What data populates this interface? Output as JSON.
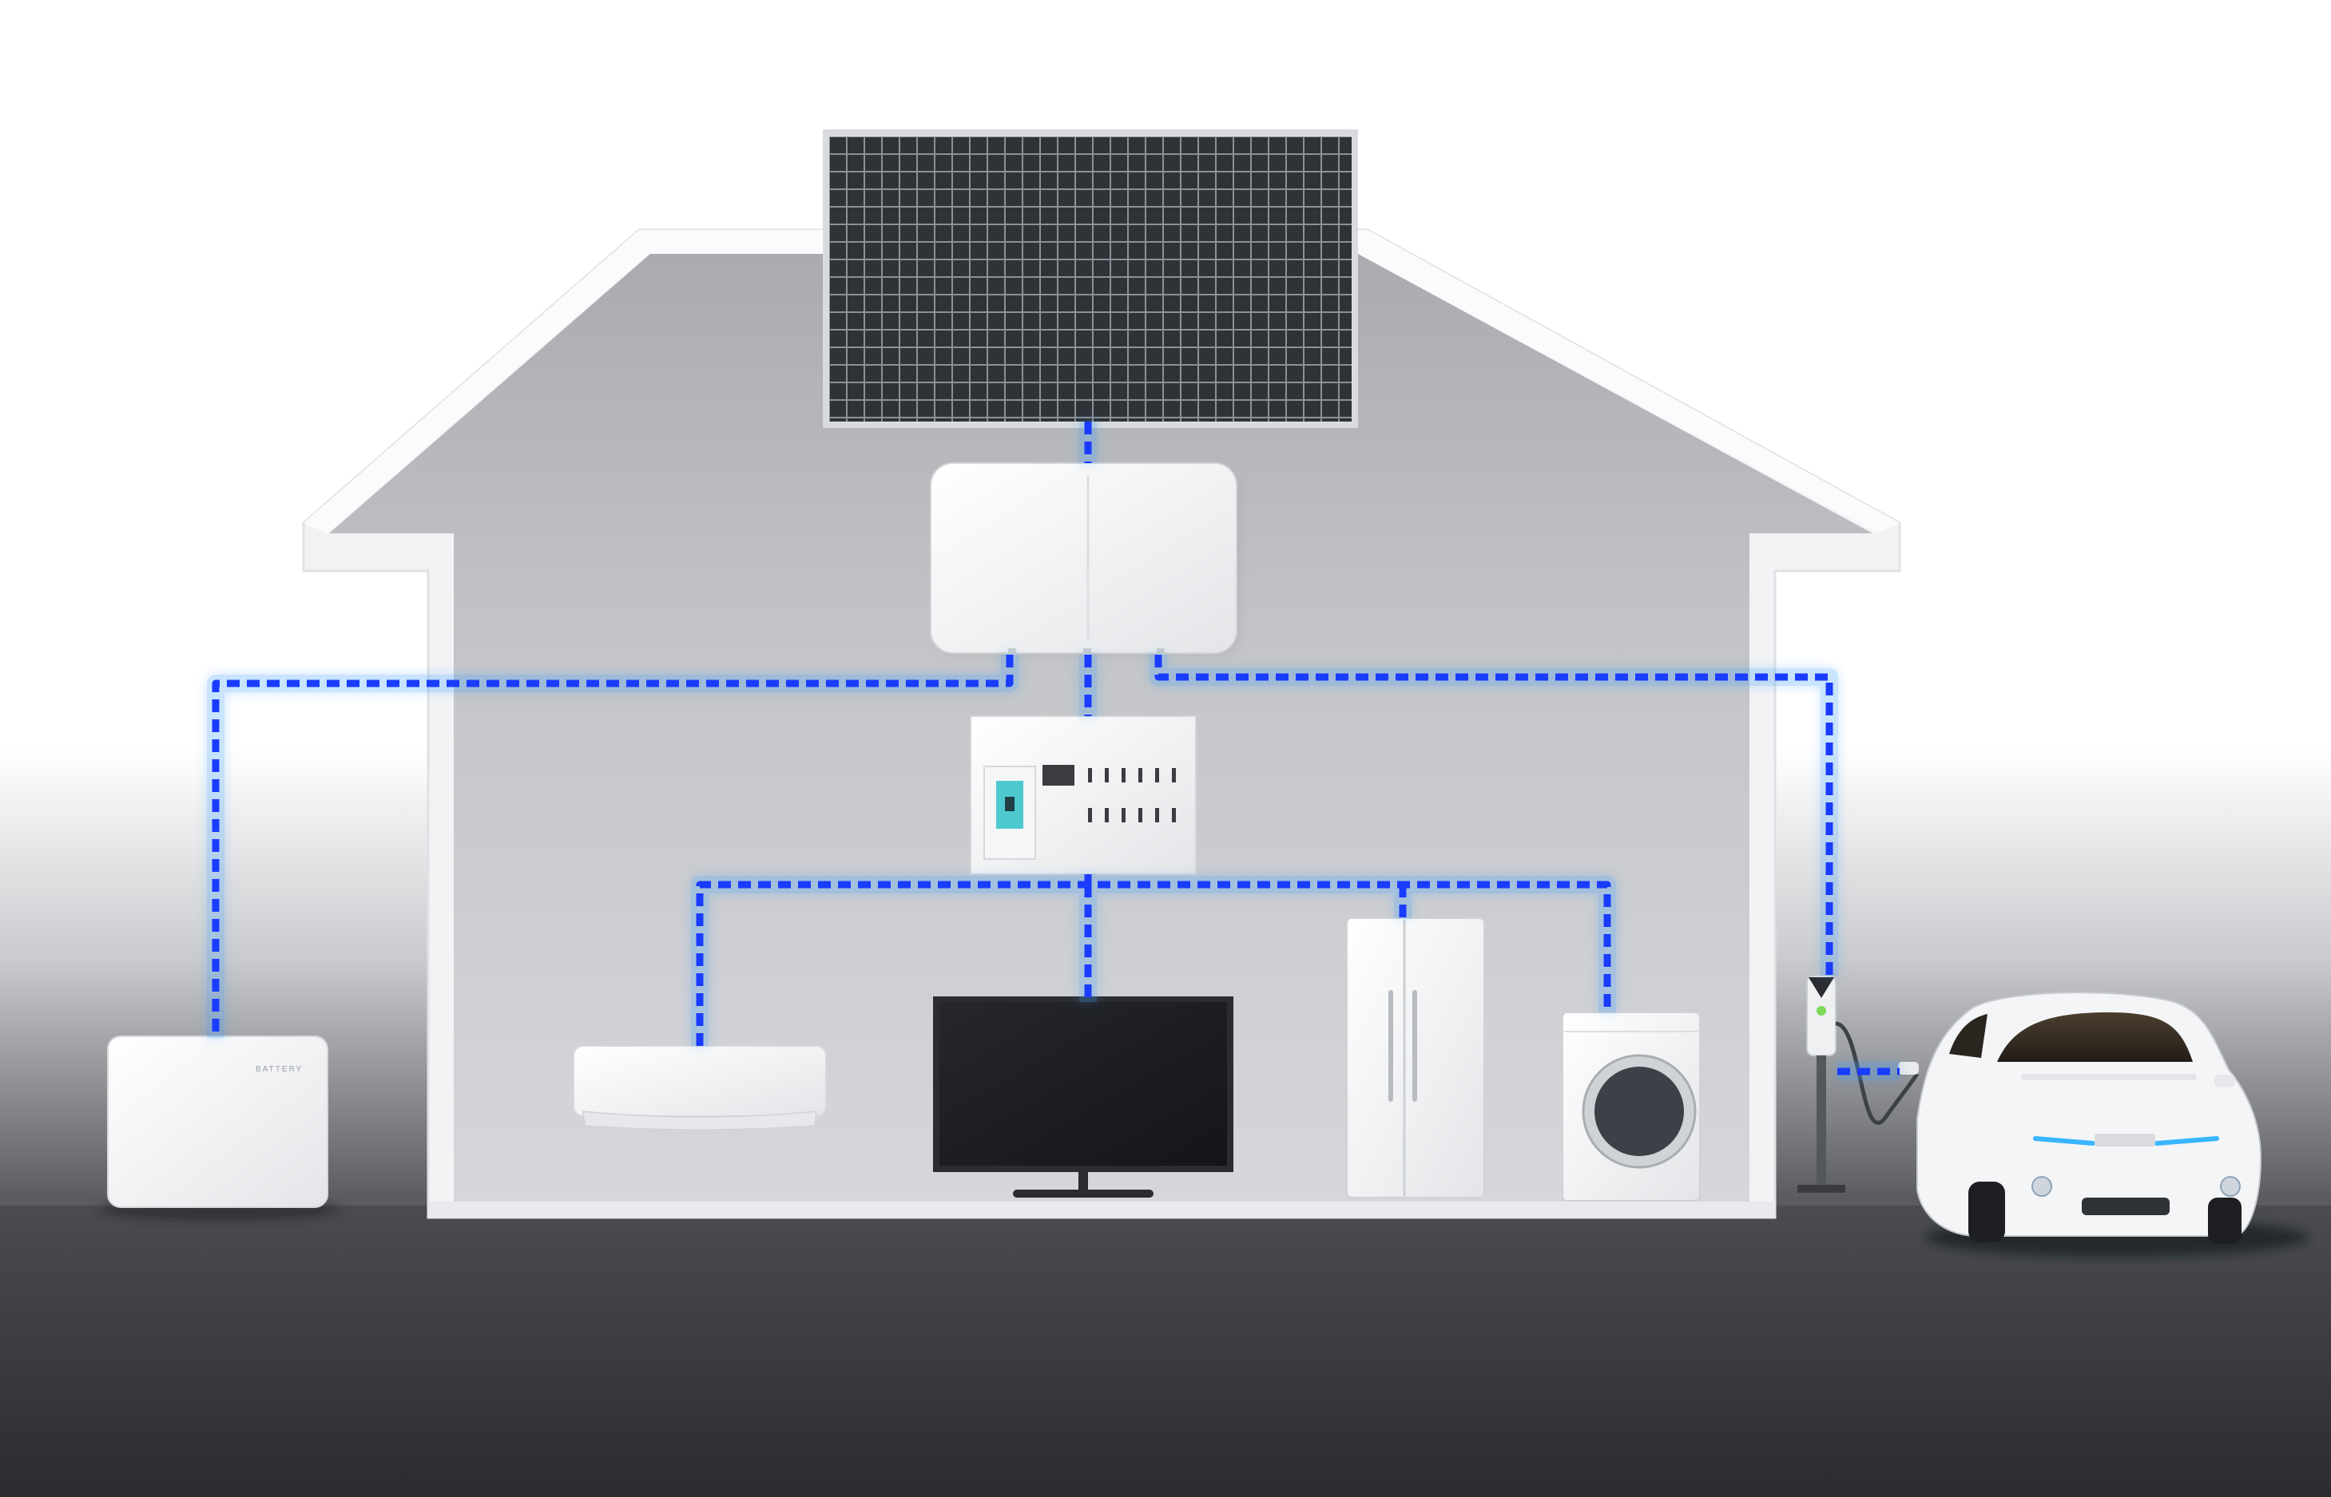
{
  "battery": {
    "label": "BATTERY"
  },
  "colors": {
    "power_line": "#1a3cff",
    "power_line_glow": "#3fa0ff",
    "wall": "#f4f5f6",
    "interior_top": "#b9bbbe",
    "interior_bottom": "#d2d4d7",
    "floor_dark": "#2b2d31",
    "solar_cell": "#2e3136",
    "screen": "#1d1f22"
  },
  "components": [
    {
      "name": "solar-panel",
      "icon": "solar-panel-icon"
    },
    {
      "name": "inverter",
      "icon": "inverter-icon"
    },
    {
      "name": "distribution-panel",
      "icon": "breaker-panel-icon"
    },
    {
      "name": "home-battery",
      "icon": "battery-icon"
    },
    {
      "name": "air-conditioner",
      "icon": "air-conditioner-icon"
    },
    {
      "name": "television",
      "icon": "tv-icon"
    },
    {
      "name": "refrigerator",
      "icon": "fridge-icon"
    },
    {
      "name": "washing-machine",
      "icon": "washer-icon"
    },
    {
      "name": "ev-charger",
      "icon": "ev-charger-icon"
    },
    {
      "name": "electric-car",
      "icon": "car-icon"
    }
  ]
}
